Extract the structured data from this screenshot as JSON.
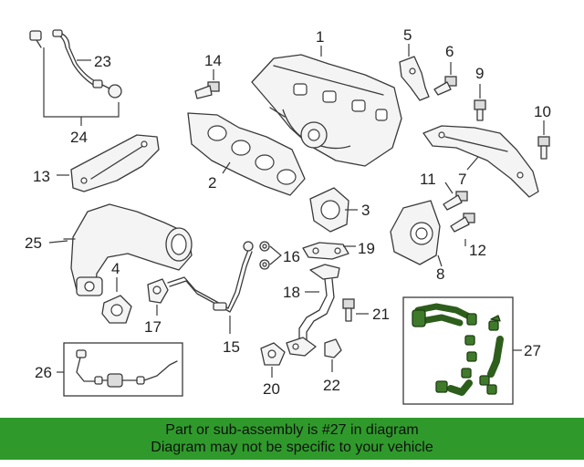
{
  "callouts": {
    "c1": "1",
    "c2": "2",
    "c3": "3",
    "c4": "4",
    "c5": "5",
    "c6": "6",
    "c7": "7",
    "c8": "8",
    "c9": "9",
    "c10": "10",
    "c11": "11",
    "c12": "12",
    "c13": "13",
    "c14": "14",
    "c15": "15",
    "c16": "16",
    "c17": "17",
    "c18": "18",
    "c19": "19",
    "c20": "20",
    "c21": "21",
    "c22": "22",
    "c23": "23",
    "c24": "24",
    "c25": "25",
    "c26": "26",
    "c27": "27"
  },
  "highlight": {
    "part_number": "27",
    "fill_color": "#3f7a2a"
  },
  "banner": {
    "line1": "Part or sub-assembly is #27 in diagram",
    "line2": "Diagram may not be specific to your vehicle",
    "background_color": "#2f9a2b"
  }
}
